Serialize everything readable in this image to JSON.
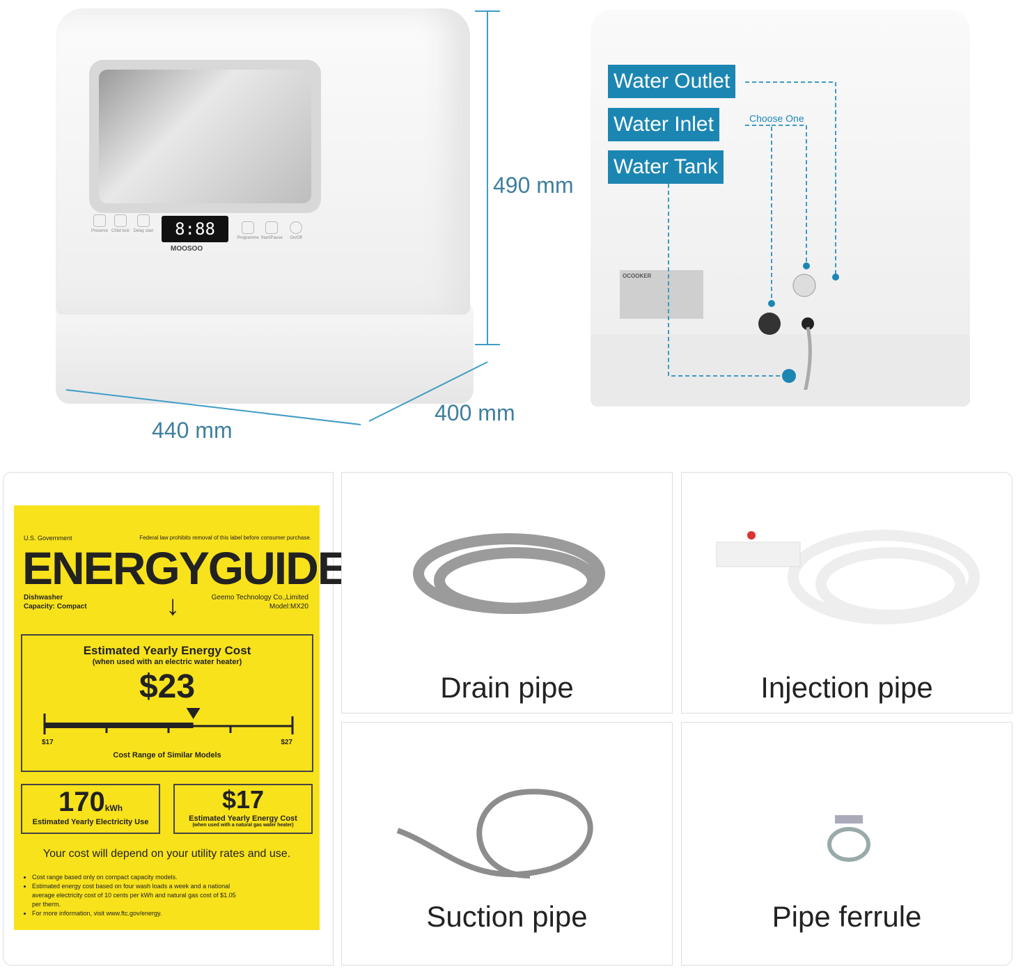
{
  "dimensions": {
    "height": "490 mm",
    "width": "440 mm",
    "depth": "400 mm"
  },
  "front": {
    "brand": "MOOSOO",
    "display": "8:88",
    "controls": [
      "Preserve",
      "Child lock",
      "Delay start",
      "Programme",
      "Start/Pause",
      "On/Off"
    ]
  },
  "back": {
    "labels": [
      "Water Outlet",
      "Water Inlet",
      "Water Tank"
    ],
    "note": "Choose One",
    "plate_brand": "OCOOKER",
    "accent": "#1c86b3"
  },
  "energy_guide": {
    "gov": "U.S. Government",
    "federal": "Federal law prohibits removal of this label before consumer purchase.",
    "title": "ENERGYGUIDE",
    "type": "Dishwasher",
    "capacity": "Capacity: Compact",
    "maker": "Geemo Technology Co.,Limited",
    "model": "Model:MX20",
    "cost_title": "Estimated Yearly Energy Cost",
    "cost_sub": "(when used with an electric water heater)",
    "cost": "$23",
    "range_min": "$17",
    "range_max": "$27",
    "range_label": "Cost Range of Similar Models",
    "cost_value": 23,
    "range": [
      17,
      27
    ],
    "kwh": "170",
    "kwh_unit": "kWh",
    "kwh_label": "Estimated Yearly Electricity Use",
    "gas_cost": "$17",
    "gas_title": "Estimated Yearly Energy Cost",
    "gas_sub": "(when used with a natural gas water heater)",
    "depend": "Your cost will depend on your utility rates and use.",
    "notes": [
      "Cost range based only on compact capacity models.",
      "Estimated energy cost based on four wash loads a week and a national average electricity cost of 10 cents per kWh and natural gas cost of $1.05 per therm.",
      "For more information, visit www.ftc.gov/energy."
    ],
    "color": "#f8e21b"
  },
  "accessories": [
    "Drain pipe",
    "Injection pipe",
    "Suction pipe",
    "Pipe ferrule"
  ]
}
